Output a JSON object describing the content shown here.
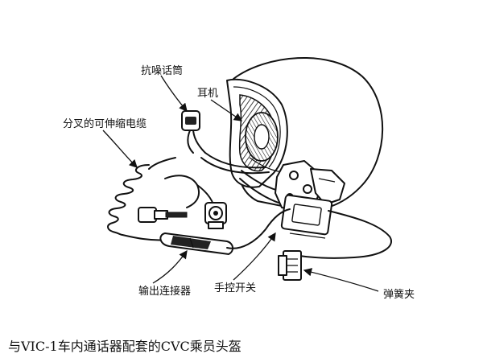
{
  "labels": {
    "microphone": "抗噪话筒",
    "earphone": "耳机",
    "cable": "分叉的可伸缩电缆",
    "connector": "输出连接器",
    "switch": "手控开关",
    "clip": "弹簧夹"
  },
  "caption": "与VIC-1车内通话器配套的CVC乘员头盔",
  "colors": {
    "ink": "#111111",
    "paper": "#ffffff",
    "fill_dark": "#222222"
  }
}
